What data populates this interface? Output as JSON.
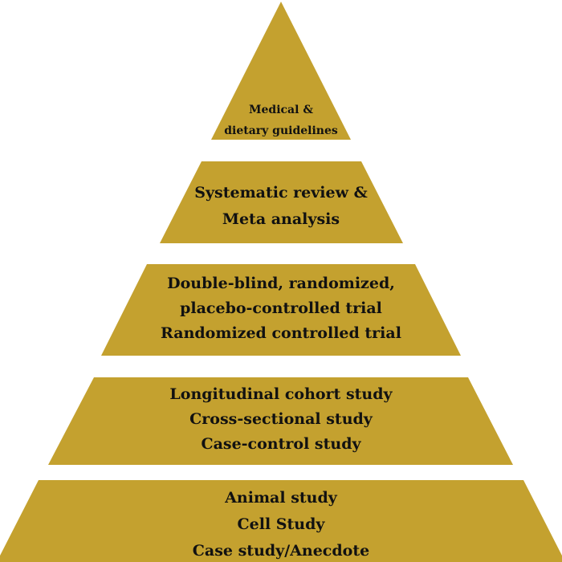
{
  "colors": {
    "tier_fill": "#c4a12f",
    "text": "#111111",
    "background": "#ffffff"
  },
  "tiers": [
    {
      "lines": [
        "Medical &",
        "dietary guidelines"
      ]
    },
    {
      "lines": [
        "Systematic review &",
        "Meta analysis"
      ]
    },
    {
      "lines": [
        "Double-blind, randomized,",
        "placebo-controlled trial",
        "Randomized controlled trial"
      ]
    },
    {
      "lines": [
        "Longitudinal cohort study",
        "Cross-sectional study",
        "Case-control study"
      ]
    },
    {
      "lines": [
        "Animal study",
        "Cell Study",
        "Case study/Anecdote"
      ]
    }
  ]
}
